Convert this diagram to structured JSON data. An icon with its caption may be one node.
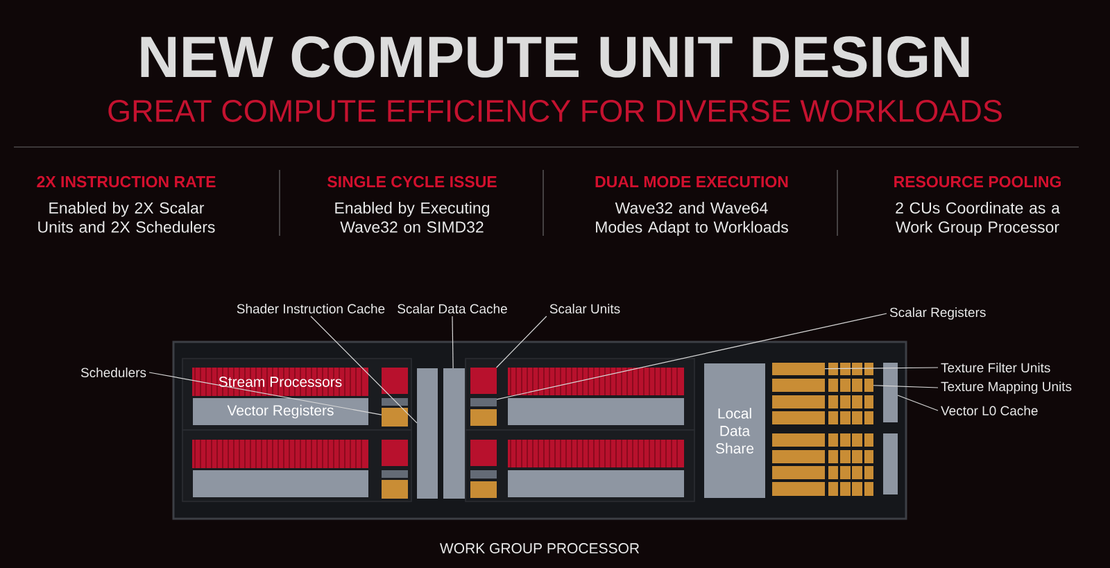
{
  "diagram": {
    "title": "NEW COMPUTE UNIT DESIGN",
    "nodes": [
      {
        "text": [
          "WORK GROUP PROCESSOR"
        ]
      },
      {
        "text": [
          "Stream Processors"
        ],
        "in": 0
      },
      {
        "text": [
          "Vector Registers"
        ],
        "in": 0
      },
      {
        "text": [
          "Local Data Share"
        ],
        "in": 0
      },
      {
        "text": [
          "Shader Instruction Cache"
        ]
      },
      {
        "text": [
          "Scalar Data Cache"
        ]
      },
      {
        "text": [
          "Scalar Units"
        ]
      },
      {
        "text": [
          "Scalar Registers"
        ]
      },
      {
        "text": [
          "Schedulers"
        ]
      },
      {
        "text": [
          "Texture Filter Units"
        ]
      },
      {
        "text": [
          "Texture Mapping Units"
        ]
      },
      {
        "text": [
          "Vector L0 Cache"
        ]
      },
      {
        "text": [],
        "shape": "box",
        "in": 0
      },
      {
        "text": [],
        "shape": "box",
        "in": 0
      },
      {
        "text": [],
        "shape": "box",
        "in": 0
      },
      {
        "text": [],
        "shape": "box",
        "in": 0
      },
      {
        "text": [],
        "shape": "box",
        "in": 0
      },
      {
        "text": [],
        "shape": "box",
        "in": 0
      },
      {
        "text": [],
        "shape": "box",
        "in": 0
      },
      {
        "text": [],
        "shape": "box",
        "in": 0
      }
    ],
    "edges": [
      {
        "from": 8,
        "to": 12,
        "arrow": "none"
      },
      {
        "from": 4,
        "to": 13,
        "arrow": "none"
      },
      {
        "from": 5,
        "to": 14,
        "arrow": "none"
      },
      {
        "from": 6,
        "to": 15,
        "arrow": "none"
      },
      {
        "from": 7,
        "to": 16,
        "arrow": "none"
      },
      {
        "from": 9,
        "to": 17,
        "arrow": "none"
      },
      {
        "from": 10,
        "to": 18,
        "arrow": "none"
      },
      {
        "from": 11,
        "to": 19,
        "arrow": "none"
      }
    ],
    "labels": [
      "GREAT COMPUTE EFFICIENCY FOR DIVERSE WORKLOADS",
      "2X INSTRUCTION RATE",
      "Enabled by 2X Scalar Units and 2X Schedulers",
      "SINGLE CYCLE ISSUE",
      "Enabled by Executing Wave32 on SIMD32",
      "DUAL MODE EXECUTION",
      "Wave32 and Wave64 Modes Adapt to Workloads",
      "RESOURCE POOLING",
      "2 CUs Coordinate as a Work Group Processor"
    ]
  }
}
